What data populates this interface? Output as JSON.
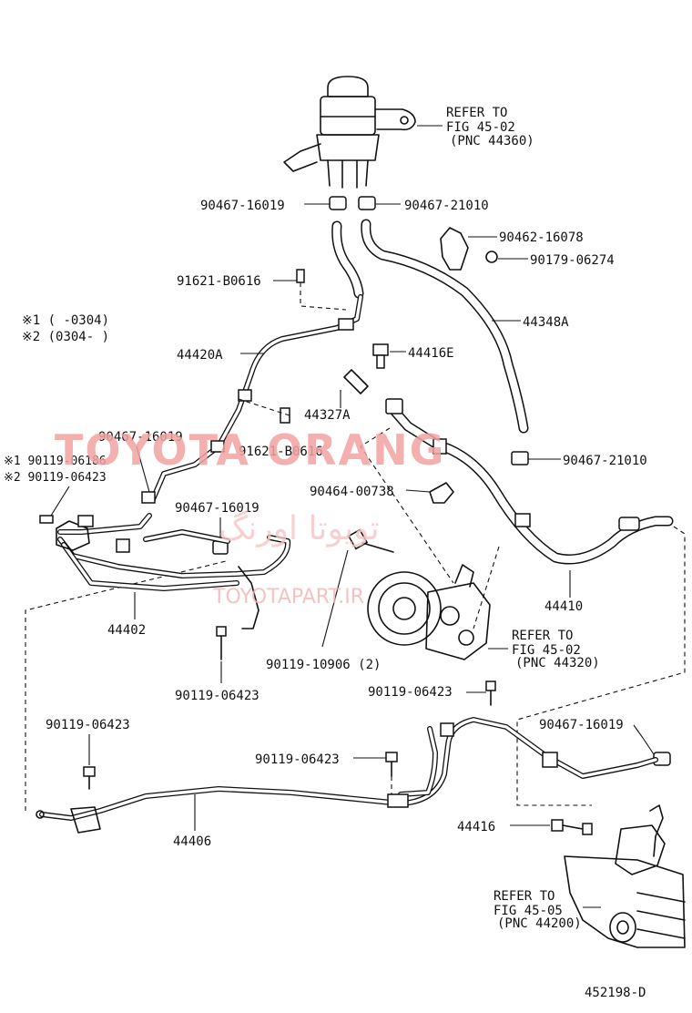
{
  "diagram": {
    "refs": {
      "reservoir": [
        "REFER TO",
        "FIG 45-02",
        "(PNC 44360)"
      ],
      "pump": [
        "REFER TO",
        "FIG 45-02",
        "(PNC 44320)"
      ],
      "gear": [
        "REFER TO",
        "FIG 45-05",
        "(PNC 44200)"
      ]
    },
    "notes": {
      "note1": "※1 (      -0304)",
      "note2": "※2 (0304-      )"
    },
    "labels": {
      "clamp_16019_top": "90467-16019",
      "clamp_21010_top": "90467-21010",
      "clamp_16078": "90462-16078",
      "bolt_06274": "90179-06274",
      "bolt_b0616_a": "91621-B0616",
      "hose_44348a": "44348A",
      "pipe_44420a": "44420A",
      "union_44416e": "44416E",
      "bracket_44327a": "44327A",
      "clamp_16019_left": "90467-16019",
      "bolt_b0616_b": "91621-B0616",
      "clamp_21010_mid": "90467-21010",
      "bolt_06186": "※1 90119-06186",
      "bolt_06423_note": "※2 90119-06423",
      "clamp_00738": "90464-00738",
      "clamp_16019_mid": "90467-16019",
      "hose_44410": "44410",
      "pipe_44402": "44402",
      "bolt_10906": "90119-10906 (2)",
      "bolt_06423_a": "90119-06423",
      "bolt_06423_b": "90119-06423",
      "bolt_06423_c": "90119-06423",
      "bolt_06423_d": "90119-06423",
      "clamp_16019_low": "90467-16019",
      "union_44416": "44416",
      "pipe_44406": "44406",
      "figure_id": "452198-D"
    }
  },
  "watermark": {
    "main": "TOYOTA ORANG",
    "arabic": "تويوتا اورنگ",
    "sub": "TOYOTAPART.IR",
    "color": "#f3a2a2"
  }
}
